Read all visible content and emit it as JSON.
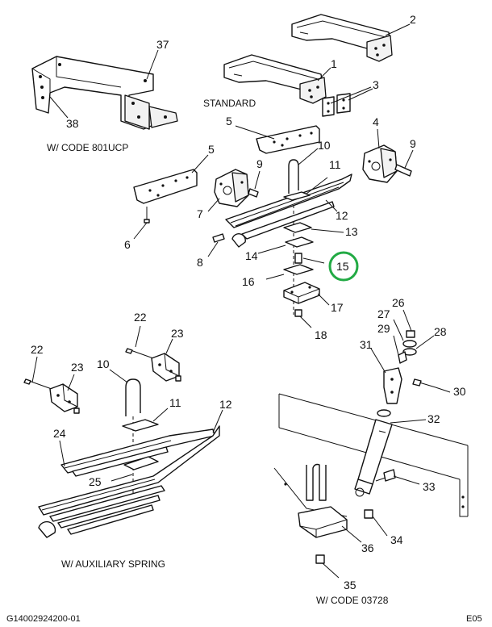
{
  "captions": {
    "standard": "STANDARD",
    "code_801ucp": "W/ CODE 801UCP",
    "auxiliary_spring": "W/ AUXILIARY SPRING",
    "code_03728": "W/ CODE 03728"
  },
  "footer": {
    "drawing_number": "G14002924200-01",
    "sheet_code": "E05"
  },
  "highlight_color": "#22aa44",
  "highlighted_callout": "15",
  "callouts": {
    "c1": "1",
    "c2": "2",
    "c3": "3",
    "c4": "4",
    "c5a": "5",
    "c5b": "5",
    "c6": "6",
    "c7": "7",
    "c8": "8",
    "c9a": "9",
    "c9b": "9",
    "c10a": "10",
    "c11a": "11",
    "c12a": "12",
    "c13": "13",
    "c14": "14",
    "c15": "15",
    "c16": "16",
    "c17": "17",
    "c18": "18",
    "c22a": "22",
    "c22b": "22",
    "c23a": "23",
    "c23b": "23",
    "c10b": "10",
    "c11b": "11",
    "c12b": "12",
    "c24": "24",
    "c25": "25",
    "c26": "26",
    "c27": "27",
    "c28": "28",
    "c29": "29",
    "c30": "30",
    "c31": "31",
    "c32": "32",
    "c33": "33",
    "c34": "34",
    "c35": "35",
    "c36": "36",
    "c37": "37",
    "c38": "38"
  }
}
